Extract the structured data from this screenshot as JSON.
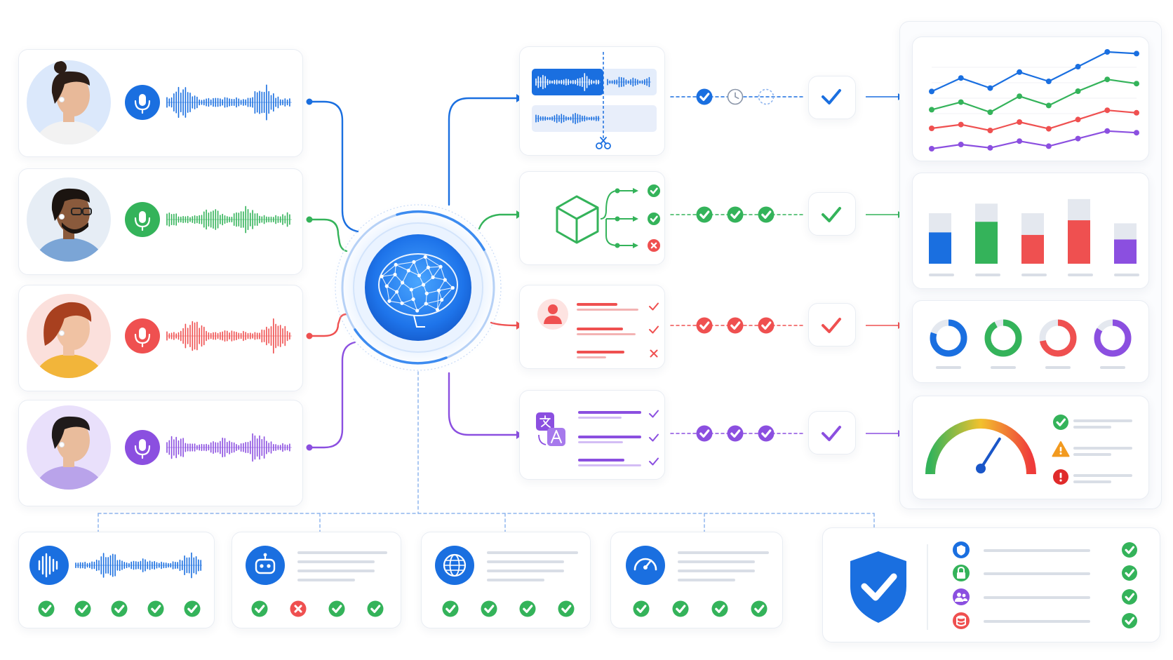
{
  "palette": {
    "blue": "#1a6fe0",
    "green": "#34b35a",
    "red": "#ef5050",
    "purple": "#8b4fe0",
    "orange": "#f29a1f",
    "gray": "#d9dee6"
  },
  "speakers": [
    {
      "name": "speaker-1",
      "color": "blue",
      "avatar_bg": "#dbe8fb",
      "skin": "#e8b999",
      "hair": "#2b1d17",
      "shirt": "#f2f2f2",
      "icon": "microphone-icon"
    },
    {
      "name": "speaker-2",
      "color": "green",
      "avatar_bg": "#e6edf5",
      "skin": "#8a5a3c",
      "hair": "#1b1410",
      "shirt": "#7ba5d6",
      "icon": "microphone-icon"
    },
    {
      "name": "speaker-3",
      "color": "red",
      "avatar_bg": "#fbe0dc",
      "skin": "#f0c2a3",
      "hair": "#a8401f",
      "shirt": "#f2b53a",
      "icon": "microphone-icon"
    },
    {
      "name": "speaker-4",
      "color": "purple",
      "avatar_bg": "#e9e0fb",
      "skin": "#e9bc9c",
      "hair": "#1f1a1a",
      "shirt": "#b9a3ea",
      "icon": "microphone-icon"
    }
  ],
  "hub": {
    "icon": "neural-brain-icon",
    "color": "blue"
  },
  "processing_stages": [
    {
      "name": "audio-segmentation",
      "icon": "scissors-icon",
      "color": "blue",
      "steps": [
        "check",
        "clock",
        "pending"
      ]
    },
    {
      "name": "entity-extraction",
      "icon": "cube-icon",
      "color": "green",
      "checks": [
        "check",
        "check",
        "error"
      ],
      "steps": [
        "check",
        "check",
        "check"
      ]
    },
    {
      "name": "speaker-profile",
      "icon": "person-icon",
      "color": "red",
      "checks": [
        "check",
        "check",
        "error"
      ],
      "steps": [
        "check",
        "check",
        "check"
      ]
    },
    {
      "name": "translation",
      "icon": "translate-icon",
      "color": "purple",
      "checks": [
        "check",
        "check",
        "check"
      ],
      "steps": [
        "check",
        "check",
        "check"
      ]
    }
  ],
  "analytics": {
    "line_chart": {
      "series": [
        {
          "color": "blue",
          "values": [
            0.06,
            0.38,
            0.14,
            0.52,
            0.3,
            0.65,
            1.0,
            0.96
          ]
        },
        {
          "color": "green",
          "values": [
            0.06,
            0.24,
            0.0,
            0.38,
            0.16,
            0.5,
            0.78,
            0.68
          ]
        },
        {
          "color": "red",
          "values": [
            0.05,
            0.14,
            0.0,
            0.2,
            0.04,
            0.26,
            0.48,
            0.42
          ]
        },
        {
          "color": "purple",
          "values": [
            0.0,
            0.1,
            0.02,
            0.18,
            0.06,
            0.24,
            0.42,
            0.38
          ]
        }
      ]
    },
    "bar_chart": {
      "bars": [
        {
          "color": "blue",
          "value": 0.62,
          "total": 1.0
        },
        {
          "color": "green",
          "value": 0.83,
          "total": 1.19
        },
        {
          "color": "red",
          "value": 0.57,
          "total": 1.0
        },
        {
          "color": "red",
          "value": 0.86,
          "total": 1.28
        },
        {
          "color": "purple",
          "value": 0.48,
          "total": 0.8
        }
      ]
    },
    "donuts": [
      {
        "color": "blue",
        "value": 0.8
      },
      {
        "color": "green",
        "value": 0.92
      },
      {
        "color": "red",
        "value": 0.72
      },
      {
        "color": "purple",
        "value": 0.84
      }
    ],
    "gauge": {
      "value": 0.68,
      "statuses": [
        "check",
        "warning",
        "error"
      ]
    }
  },
  "features": [
    {
      "name": "speech-to-text",
      "icon": "waveform-icon",
      "results": [
        "check",
        "check",
        "check",
        "check",
        "check"
      ]
    },
    {
      "name": "ai-assistant",
      "icon": "robot-icon",
      "results": [
        "check",
        "error",
        "check",
        "check"
      ]
    },
    {
      "name": "multilingual",
      "icon": "globe-icon",
      "results": [
        "check",
        "check",
        "check",
        "check"
      ]
    },
    {
      "name": "performance",
      "icon": "speedometer-icon",
      "results": [
        "check",
        "check",
        "check",
        "check"
      ]
    }
  ],
  "security": {
    "icon": "shield-check-icon",
    "items": [
      {
        "icon": "shield-icon",
        "color": "blue"
      },
      {
        "icon": "lock-icon",
        "color": "green"
      },
      {
        "icon": "users-icon",
        "color": "purple"
      },
      {
        "icon": "database-icon",
        "color": "red"
      }
    ]
  }
}
